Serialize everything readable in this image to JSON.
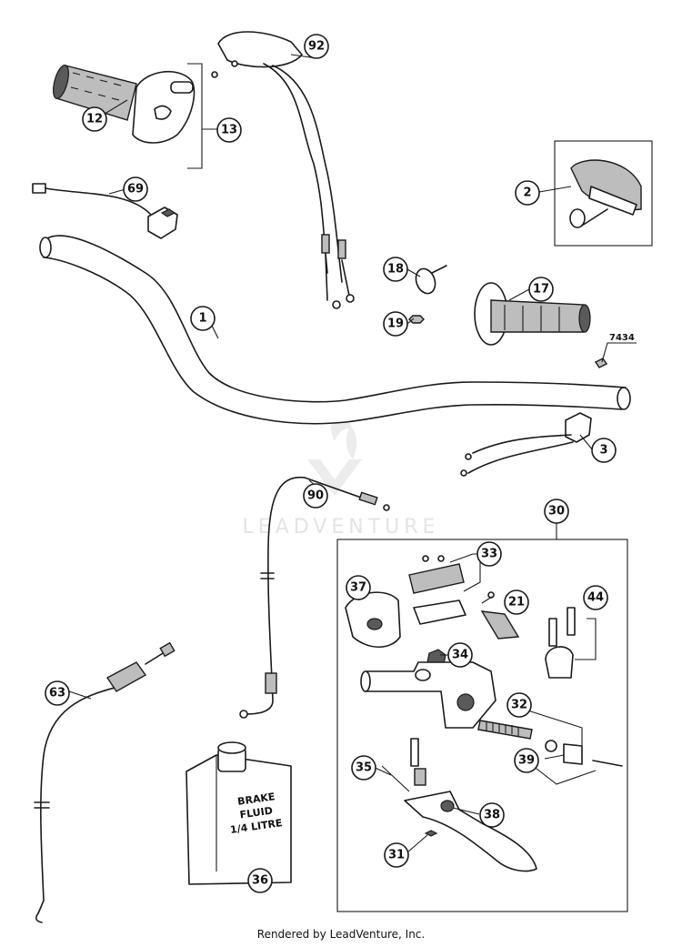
{
  "watermark": "LEADVENTURE",
  "footer": "Rendered by LeadVenture, Inc.",
  "callouts": {
    "c1": "1",
    "c2": "2",
    "c3": "3",
    "c12": "12",
    "c13": "13",
    "c17": "17",
    "c18": "18",
    "c19": "19",
    "c21": "21",
    "c30": "30",
    "c31": "31",
    "c32": "32",
    "c33": "33",
    "c34": "34",
    "c35": "35",
    "c36": "36",
    "c37": "37",
    "c38": "38",
    "c39": "39",
    "c44": "44",
    "c63": "63",
    "c69": "69",
    "c90": "90",
    "c92": "92"
  },
  "reference_number": "7434",
  "bottle_label": [
    "BRAKE",
    "FLUID",
    "1/4 LITRE"
  ],
  "colors": {
    "line": "#1a1a1a",
    "background": "#ffffff",
    "watermark": "#e4e4e4"
  }
}
